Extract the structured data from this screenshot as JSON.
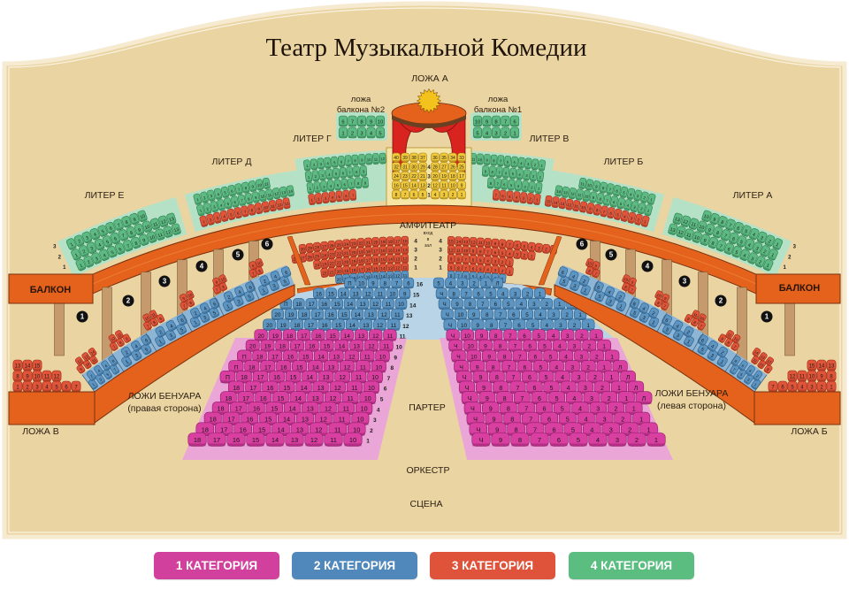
{
  "title": "Театр Музыкальной Комедии",
  "labels": {
    "loja_a": "ЛОЖА А",
    "loja_balkona_2_l1": "ложа",
    "loja_balkona_2_l2": "балкона №2",
    "loja_balkona_1_l1": "ложа",
    "loja_balkona_1_l2": "балкона №1",
    "amfiteatr": "АМФИТЕАТР",
    "entrance_l1": "вход",
    "entrance_l2": "в",
    "entrance_l3": "зал",
    "balkon_left": "БАЛКОН",
    "balkon_right": "БАЛКОН",
    "benuar_right_l1": "ЛОЖИ БЕНУАРА",
    "benuar_right_l2": "(правая сторона)",
    "benuar_left_l1": "ЛОЖИ БЕНУАРА",
    "benuar_left_l2": "(левая сторона)",
    "loja_v": "ЛОЖА В",
    "loja_b": "ЛОЖА Б",
    "parter": "ПАРТЕР",
    "orkestr": "ОРКЕСТР",
    "scena": "СЦЕНА"
  },
  "colors": {
    "panel": "#ead4a2",
    "orange": "#e4621b",
    "post": "#c59b6d",
    "cat": {
      "1": "#d83fa0",
      "2": "#5c94c2",
      "3": "#e0553a",
      "4": "#5dba82",
      "5": "#f1c93c"
    },
    "cat_dark": {
      "1": "#8c1c66",
      "2": "#2d5d86",
      "3": "#9a2a16",
      "4": "#2b7a4c",
      "5": "#9f7b10"
    },
    "bg": {
      "1": "#eaa6d6",
      "2": "#b8d4e6",
      "4": "#b5e2c6",
      "5": "#f6e6a6"
    }
  },
  "legend": [
    {
      "label": "1 КАТЕГОРИЯ",
      "color": "#d2409e"
    },
    {
      "label": "2 КАТЕГОРИЯ",
      "color": "#5088bb"
    },
    {
      "label": "3 КАТЕГОРИЯ",
      "color": "#e0533b"
    },
    {
      "label": "4 КАТЕГОРИЯ",
      "color": "#5bbd80"
    }
  ],
  "liter": [
    {
      "id": "e",
      "label": "ЛИТЕР Е",
      "rows": [
        {
          "row": "1",
          "cat": 4,
          "from": 1,
          "to": 13
        },
        {
          "row": "2",
          "cat": 4,
          "from": 1,
          "to": 13
        },
        {
          "row": "3",
          "cat": 4,
          "from": 1,
          "to": 10
        }
      ]
    },
    {
      "id": "d",
      "label": "ЛИТЕР Д",
      "rows": [
        {
          "row": "1",
          "cat": 3,
          "from": 1,
          "to": 13
        },
        {
          "row": "2",
          "cat": 4,
          "from": 1,
          "to": 14
        },
        {
          "row": "3",
          "cat": 4,
          "from": 1,
          "to": 11
        }
      ]
    },
    {
      "id": "g",
      "label": "ЛИТЕР Г",
      "rows": [
        {
          "row": "1",
          "cat": 3,
          "from": 1,
          "to": 7
        },
        {
          "row": "2",
          "cat": 4,
          "from": 1,
          "to": 9
        },
        {
          "row": "3",
          "cat": 4,
          "from": 1,
          "to": 9
        },
        {
          "row": "4",
          "cat": 4,
          "from": 1,
          "to": 12
        }
      ]
    },
    {
      "id": "v",
      "label": "ЛИТЕР В",
      "rows": [
        {
          "row": "1",
          "cat": 3,
          "from": 1,
          "to": 7
        },
        {
          "row": "2",
          "cat": 4,
          "from": 1,
          "to": 8
        },
        {
          "row": "3",
          "cat": 4,
          "from": 1,
          "to": 9
        },
        {
          "row": "4",
          "cat": 4,
          "from": 1,
          "to": 11
        }
      ]
    },
    {
      "id": "b",
      "label": "ЛИТЕР Б",
      "rows": [
        {
          "row": "1",
          "cat": 3,
          "from": 1,
          "to": 15
        },
        {
          "row": "2",
          "cat": 4,
          "from": 1,
          "to": 14
        },
        {
          "row": "3",
          "cat": 4,
          "from": 1,
          "to": 11
        }
      ]
    },
    {
      "id": "a",
      "label": "ЛИТЕР А",
      "rows": [
        {
          "row": "1",
          "cat": 4,
          "from": 1,
          "to": 13
        },
        {
          "row": "2",
          "cat": 4,
          "from": 1,
          "to": 13
        },
        {
          "row": "3",
          "cat": 4,
          "from": 1,
          "to": 10
        }
      ]
    }
  ],
  "loja_balkona_2": {
    "cat": 4,
    "rows": [
      {
        "from": 6,
        "to": 10
      },
      {
        "from": 1,
        "to": 5
      }
    ]
  },
  "loja_balkona_1": {
    "cat": 4,
    "rows": [
      {
        "from": 10,
        "to": 6
      },
      {
        "from": 5,
        "to": 1
      }
    ]
  },
  "loja_a": {
    "cat": 5,
    "left": [
      {
        "from": 40,
        "to": 37
      },
      {
        "from": 32,
        "to": 29
      },
      {
        "from": 24,
        "to": 21
      },
      {
        "from": 16,
        "to": 13
      },
      {
        "from": 8,
        "to": 5
      }
    ],
    "right": [
      {
        "from": 36,
        "to": 33
      },
      {
        "from": 28,
        "to": 25
      },
      {
        "from": 20,
        "to": 17
      },
      {
        "from": 12,
        "to": 9
      },
      {
        "from": 4,
        "to": 1
      }
    ],
    "row_numbers": [
      "",
      "4",
      "3",
      "2",
      "1"
    ]
  },
  "amfiteatr": {
    "left": [
      {
        "row": "4",
        "cat": 3,
        "from": 30,
        "to": 16
      },
      {
        "row": "3",
        "cat": 3,
        "from": 28,
        "to": 13
      },
      {
        "row": "2",
        "cat": 3,
        "from": 24,
        "to": 12
      },
      {
        "row": "1",
        "cat": 3,
        "from": 22,
        "to": 11
      },
      {
        "row": "",
        "cat": 2,
        "from": 20,
        "to": 11
      }
    ],
    "right": [
      {
        "row": "4",
        "cat": 3,
        "from": 15,
        "to": 1
      },
      {
        "row": "3",
        "cat": 3,
        "from": 12,
        "to": 1
      },
      {
        "row": "2",
        "cat": 3,
        "from": 9,
        "to": 1
      },
      {
        "row": "1",
        "cat": 3,
        "from": 9,
        "to": 1
      },
      {
        "row": "",
        "cat": 2,
        "from": 8,
        "to": 1
      }
    ]
  },
  "parter": {
    "left": [
      {
        "row": "1",
        "cat": 1,
        "pre": "",
        "from": 18,
        "to": 10
      },
      {
        "row": "2",
        "cat": 1,
        "pre": "",
        "from": 18,
        "to": 10
      },
      {
        "row": "3",
        "cat": 1,
        "pre": "",
        "from": 18,
        "to": 10
      },
      {
        "row": "4",
        "cat": 1,
        "pre": "",
        "from": 18,
        "to": 10
      },
      {
        "row": "5",
        "cat": 1,
        "pre": "",
        "from": 18,
        "to": 10
      },
      {
        "row": "6",
        "cat": 1,
        "pre": "",
        "from": 18,
        "to": 10
      },
      {
        "row": "7",
        "cat": 1,
        "pre": "П",
        "from": 18,
        "to": 10
      },
      {
        "row": "8",
        "cat": 1,
        "pre": "П",
        "from": 18,
        "to": 10
      },
      {
        "row": "9",
        "cat": 1,
        "pre": "П",
        "from": 18,
        "to": 10
      },
      {
        "row": "10",
        "cat": 1,
        "pre": "",
        "from": 20,
        "to": 11
      },
      {
        "row": "11",
        "cat": 1,
        "pre": "",
        "from": 20,
        "to": 11
      },
      {
        "row": "12",
        "cat": 2,
        "pre": "",
        "from": 20,
        "to": 11
      },
      {
        "row": "13",
        "cat": 2,
        "pre": "",
        "from": 20,
        "to": 11
      },
      {
        "row": "14",
        "cat": 2,
        "pre": "П",
        "from": 18,
        "to": 10
      },
      {
        "row": "15",
        "cat": 2,
        "pre": "",
        "from": 16,
        "to": 9
      },
      {
        "row": "16",
        "cat": 2,
        "pre": "П",
        "from": 10,
        "to": 6
      }
    ],
    "right": [
      {
        "row": "1",
        "cat": 1,
        "pre": "Ч",
        "from": 9,
        "to": 1,
        "post": ""
      },
      {
        "row": "2",
        "cat": 1,
        "pre": "Ч",
        "from": 9,
        "to": 1,
        "post": ""
      },
      {
        "row": "3",
        "cat": 1,
        "pre": "Ч",
        "from": 9,
        "to": 1,
        "post": ""
      },
      {
        "row": "4",
        "cat": 1,
        "pre": "Ч",
        "from": 9,
        "to": 1,
        "post": ""
      },
      {
        "row": "5",
        "cat": 1,
        "pre": "Ч",
        "from": 9,
        "to": 1,
        "post": "Л"
      },
      {
        "row": "6",
        "cat": 1,
        "pre": "Ч",
        "from": 9,
        "to": 1,
        "post": "Л"
      },
      {
        "row": "7",
        "cat": 1,
        "pre": "Ч",
        "from": 9,
        "to": 1,
        "post": "Л"
      },
      {
        "row": "8",
        "cat": 1,
        "pre": "Ч",
        "from": 9,
        "to": 1,
        "post": "Л"
      },
      {
        "row": "9",
        "cat": 1,
        "pre": "Ч",
        "from": 10,
        "to": 1,
        "post": ""
      },
      {
        "row": "10",
        "cat": 1,
        "pre": "Ч",
        "from": 10,
        "to": 1,
        "post": ""
      },
      {
        "row": "11",
        "cat": 1,
        "pre": "Ч",
        "from": 10,
        "to": 1,
        "post": ""
      },
      {
        "row": "12",
        "cat": 2,
        "pre": "Ч",
        "from": 10,
        "to": 1,
        "post": ""
      },
      {
        "row": "13",
        "cat": 2,
        "pre": "Ч",
        "from": 10,
        "to": 1,
        "post": ""
      },
      {
        "row": "14",
        "cat": 2,
        "pre": "Ч",
        "from": 9,
        "to": 1,
        "post": "Л"
      },
      {
        "row": "15",
        "cat": 2,
        "pre": "Ч",
        "from": 8,
        "to": 1,
        "post": ""
      },
      {
        "row": "16",
        "cat": 2,
        "pre": "",
        "from": 5,
        "to": 1,
        "post": "Л"
      }
    ]
  },
  "benuar": {
    "left": [
      {
        "box": "1",
        "blue": [
          1,
          8
        ],
        "red": [
          9,
          14
        ]
      },
      {
        "box": "2",
        "blue": [
          1,
          6
        ],
        "red": [
          7,
          11
        ]
      },
      {
        "box": "3",
        "blue": [
          1,
          6
        ],
        "red": [
          7,
          11
        ]
      },
      {
        "box": "4",
        "blue": [
          1,
          6
        ],
        "red": [
          7,
          10
        ]
      },
      {
        "box": "5",
        "blue": [
          1,
          6
        ],
        "red": [
          7,
          10
        ]
      },
      {
        "box": "6",
        "blue": [
          1,
          6
        ],
        "red": [
          7,
          10
        ]
      }
    ],
    "right": [
      {
        "box": "1",
        "blue": [
          1,
          8
        ],
        "red": [
          9,
          14
        ]
      },
      {
        "box": "2",
        "blue": [
          1,
          6
        ],
        "red": [
          7,
          11
        ]
      },
      {
        "box": "3",
        "blue": [
          1,
          6
        ],
        "red": [
          7,
          11
        ]
      },
      {
        "box": "4",
        "blue": [
          1,
          6
        ],
        "red": [
          7,
          10
        ]
      },
      {
        "box": "5",
        "blue": [
          1,
          6
        ],
        "red": [
          7,
          10
        ]
      },
      {
        "box": "6",
        "blue": [
          1,
          6
        ],
        "red": [
          7,
          10
        ]
      }
    ]
  },
  "loja_v": {
    "cat": 3,
    "rows": [
      {
        "from": 1,
        "to": 7
      },
      {
        "from": 8,
        "to": 12
      },
      {
        "from": 13,
        "to": 15
      }
    ]
  },
  "loja_b": {
    "cat": 3,
    "rows": [
      {
        "from": 1,
        "to": 7
      },
      {
        "from": 8,
        "to": 12
      },
      {
        "from": 13,
        "to": 15
      }
    ]
  }
}
